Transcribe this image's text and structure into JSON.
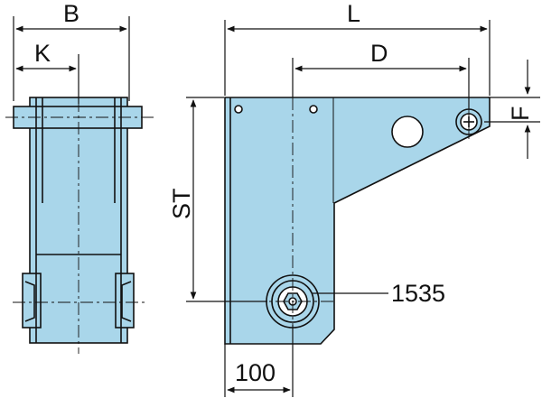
{
  "labels": {
    "B": "B",
    "K": "K",
    "L": "L",
    "D": "D",
    "F": "F",
    "ST": "ST",
    "part_number": "1535",
    "dim_100": "100"
  },
  "colors": {
    "fill": "#a9d6ea",
    "line": "#111111",
    "background": "#ffffff"
  }
}
